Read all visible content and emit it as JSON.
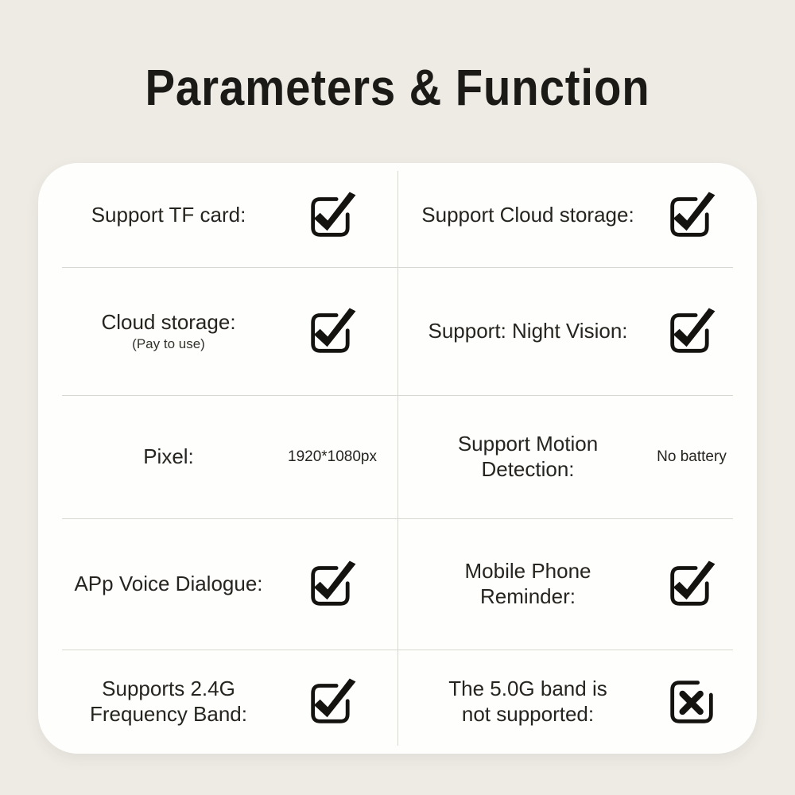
{
  "title": "Parameters & Function",
  "colors": {
    "background": "#edebe4",
    "card": "#fefefd",
    "text": "#24221e",
    "divider": "#d8d7d1",
    "icon": "#151310"
  },
  "rows": [
    {
      "left": {
        "line1": "Support TF card:",
        "icon": "checked-checkbox"
      },
      "right": {
        "line1": "Support Cloud storage:",
        "icon": "checked-checkbox"
      }
    },
    {
      "left": {
        "line1": "Cloud storage:",
        "sub": "(Pay to use)",
        "icon": "checked-checkbox"
      },
      "right": {
        "line1": "Support: Night Vision:",
        "icon": "checked-checkbox"
      }
    },
    {
      "left": {
        "line1": "Pixel:",
        "value": "1920*1080px"
      },
      "right": {
        "line1": "Support Motion",
        "line2": "Detection:",
        "value": "No battery"
      }
    },
    {
      "left": {
        "line1": "APp Voice Dialogue:",
        "icon": "checked-checkbox"
      },
      "right": {
        "line1": "Mobile Phone",
        "line2": "Reminder:",
        "icon": "checked-checkbox"
      }
    },
    {
      "left": {
        "line1": "Supports 2.4G",
        "line2": "Frequency Band:",
        "icon": "checked-checkbox"
      },
      "right": {
        "line1": "The 5.0G band is",
        "line2": "not supported:",
        "icon": "crossed-checkbox"
      }
    }
  ]
}
